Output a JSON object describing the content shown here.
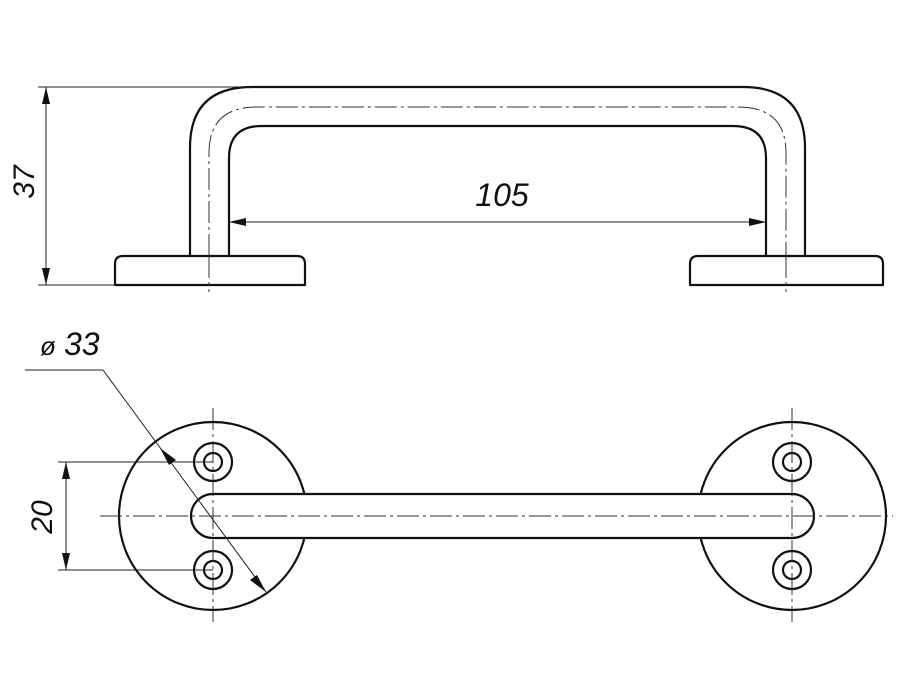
{
  "diagram": {
    "dimensions": {
      "height_label": "37",
      "span_label": "105",
      "diameter_symbol": "ø",
      "diameter_label": "33",
      "hole_spacing_label": "20"
    }
  }
}
